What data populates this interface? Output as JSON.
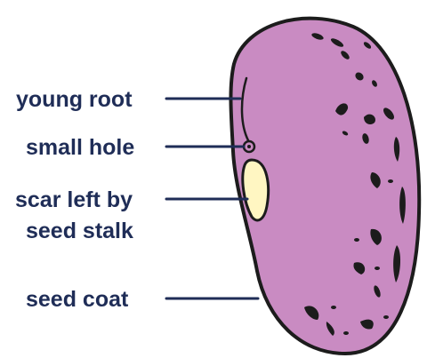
{
  "diagram": {
    "labels": {
      "young_root": "young root",
      "small_hole": "small hole",
      "scar_line1": "scar left by",
      "scar_line2": "seed stalk",
      "seed_coat": "seed coat"
    },
    "colors": {
      "seed_fill": "#c98bc2",
      "outline": "#1c1c1c",
      "speckle": "#1c1c1c",
      "scar_fill": "#fff6c2",
      "label_text": "#1f2d57",
      "leader_line": "#1f2d57"
    }
  }
}
